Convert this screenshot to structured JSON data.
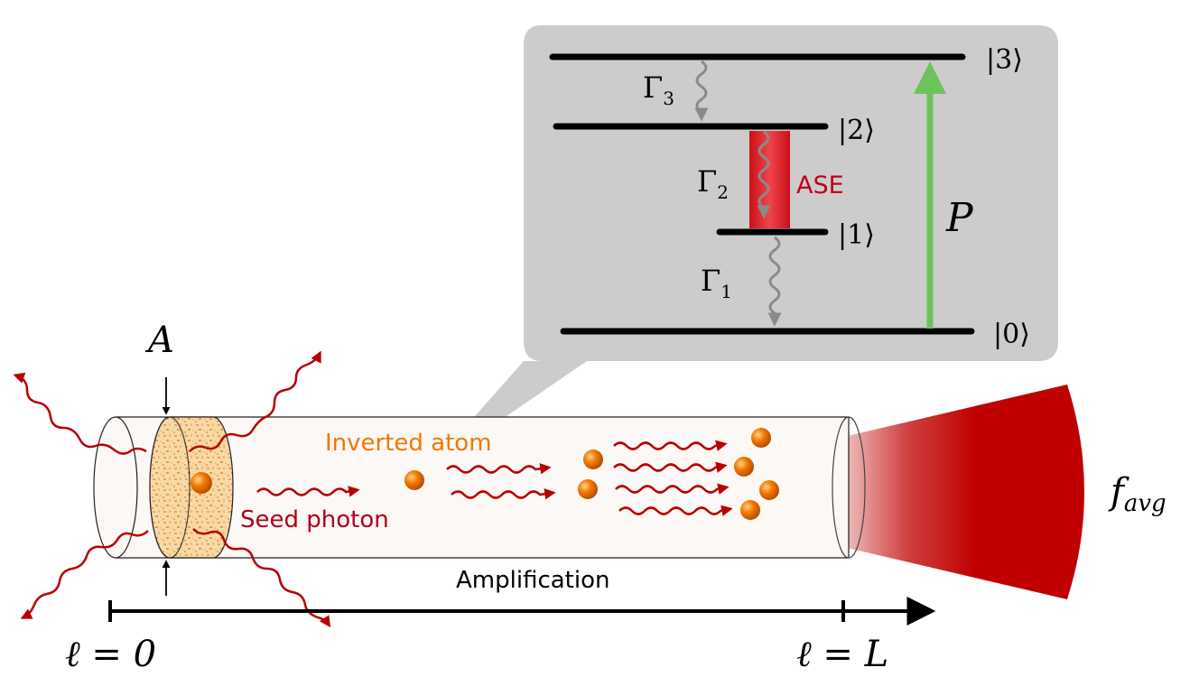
{
  "energy_levels": {
    "level3": "|3⟩",
    "level2": "|2⟩",
    "level1": "|1⟩",
    "level0": "|0⟩",
    "gamma3": "Γ",
    "gamma3_sub": "3",
    "gamma2": "Γ",
    "gamma2_sub": "2",
    "gamma1": "Γ",
    "gamma1_sub": "1",
    "ase": "ASE",
    "pump": "P"
  },
  "tube": {
    "area": "A",
    "inverted_atom": "Inverted atom",
    "seed_photon": "Seed photon",
    "amplification": "Amplification",
    "start": "ℓ = 0",
    "end": "ℓ = L"
  },
  "output": {
    "label_main": "f",
    "label_sub": "avg"
  },
  "colors": {
    "photon": "#b80000",
    "atom": "#f07800",
    "ase_bar": "#e0202a",
    "pump_arrow": "#6cc35a",
    "panel": "#cccccc",
    "decay": "#8a8a8a",
    "beam": "#c00000"
  }
}
